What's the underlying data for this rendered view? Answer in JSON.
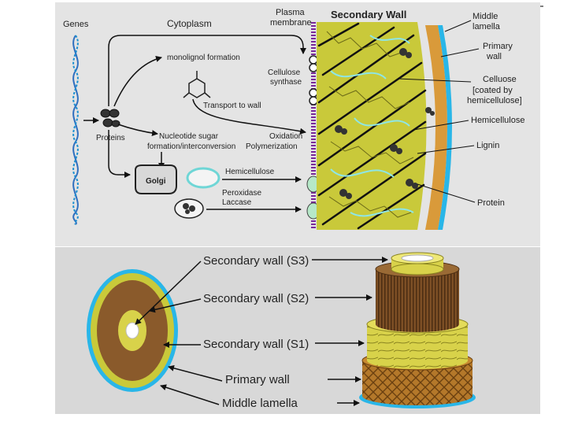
{
  "top_panel": {
    "genes": "Genes",
    "cytoplasm": "Cytoplasm",
    "plasma_membrane": [
      "Plasma",
      "membrane"
    ],
    "secondary_wall": "Secondary Wall",
    "middle_lamella": [
      "Middle",
      "lamella"
    ],
    "primary_wall": [
      "Primary",
      "wall"
    ],
    "celluose": [
      "Celluose",
      "[coated by",
      "hemicellulose]"
    ],
    "hemicellulose_label": "Hemicellulose",
    "lignin": "Lignin",
    "protein": "Protein",
    "monolignol_formation": "monolignol formation",
    "cellulose_synthase": [
      "Cellulose",
      "synthase"
    ],
    "transport_to_wall": "Transport to wall",
    "proteins": "Proteins",
    "nucleotide_sugar": [
      "Nucleotide sugar",
      "formation/interconversion"
    ],
    "oxidation": [
      "Oxidation",
      "Polymerization"
    ],
    "golgi": "Golgi",
    "hemicellulose_vesicle": "Hemicellulose",
    "peroxidase": [
      "Peroxidase",
      "Laccase"
    ]
  },
  "bottom_panel": {
    "layers": [
      "Secondary wall (S3)",
      "Secondary wall (S2)",
      "Secondary wall (S1)",
      "Primary wall",
      "Middle lamella"
    ]
  },
  "colors": {
    "panel_bg": "#e4e4e4",
    "wall_yellow": "#c9c93a",
    "cellulose_cyan": "#7fe0e0",
    "lamella_blue": "#29b6e8",
    "primary_brown": "#d9a23a",
    "s2_brown": "#8a5a2b",
    "membrane_purple": "#7a2a9a"
  }
}
